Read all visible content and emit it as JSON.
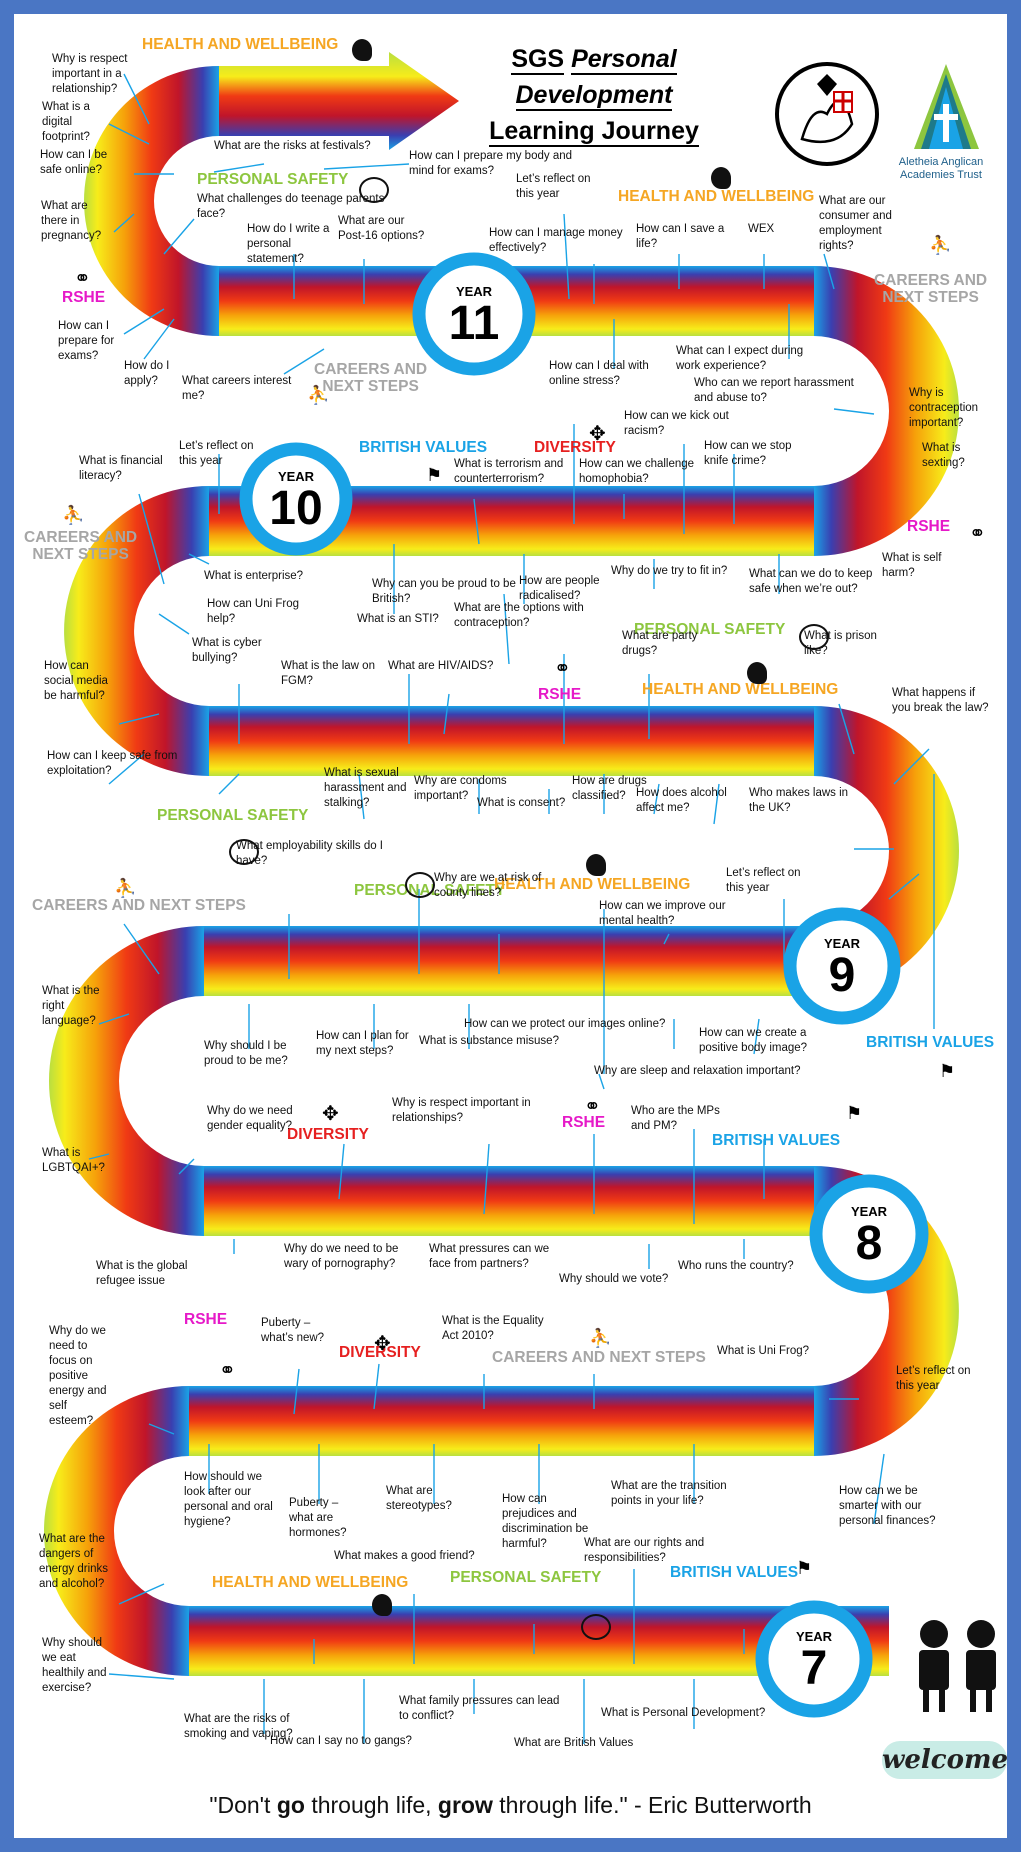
{
  "title": {
    "line1": "SGS",
    "line1b": "Personal",
    "line2": "Development",
    "line3": "Learning Journey"
  },
  "logo": {
    "trust_name_1": "Aletheia Anglican",
    "trust_name_2": "Academies Trust"
  },
  "years": {
    "y11": "11",
    "y10": "10",
    "y9": "9",
    "y8": "8",
    "y7": "7",
    "label": "YEAR"
  },
  "categories": {
    "hw": "HEALTH AND WELLBEING",
    "ps": "PERSONAL SAFETY",
    "cn": "CAREERS AND NEXT STEPS",
    "cn_a": "CAREERS AND",
    "cn_b": "NEXT STEPS",
    "bv": "BRITISH VALUES",
    "dv": "DIVERSITY",
    "rs": "RSHE"
  },
  "questions": {
    "q1": "Why is respect important in a relationship?",
    "q2": "What is a digital footprint?",
    "q3": "How can I be safe online?",
    "q4": "What are there in pregnancy?",
    "q5": "How can I prepare for exams?",
    "q6": "How do I apply?",
    "q7": "What are the risks at festivals?",
    "q8": "How can I prepare my body and mind for exams?",
    "q9": "What challenges do teenage parents face?",
    "q10": "How do I write a personal statement?",
    "q11": "What are our Post-16 options?",
    "q12": "Let’s reflect on this year",
    "q13": "How can I manage money effectively?",
    "q14": "How can I save a life?",
    "q15": "WEX",
    "q16": "What are our consumer and employment rights?",
    "q17": "What careers interest me?",
    "q18": "How can I deal with online stress?",
    "q19": "What can I expect during work experience?",
    "q20": "Who can we report harassment and abuse to?",
    "q21": "Why is contraception important?",
    "q22": "What is sexting?",
    "q23": "What is self harm?",
    "q24": "How can we kick out racism?",
    "q25": "How can we stop knife crime?",
    "q26": "How can we challenge homophobia?",
    "q27": "What is terrorism and counterterrorism?",
    "q28": "Let’s reflect on this year",
    "q29": "What is financial literacy?",
    "q30": "What is enterprise?",
    "q31": "How can Uni Frog help?",
    "q32": "Why can you be proud to be British?",
    "q33": "How are people radicalised?",
    "q34": "Why do we try to fit in?",
    "q35": "What can we do to keep safe when we’re out?",
    "q36": "What is an STI?",
    "q37": "What are the options with contraception?",
    "q38": "What are party drugs?",
    "q39": "What is prison like?",
    "q40": "What is cyber bullying?",
    "q41": "What is the law on FGM?",
    "q42": "What are HIV/AIDS?",
    "q43": "How can social media be harmful?",
    "q44": "How can I keep safe from exploitation?",
    "q45": "What happens if you break the law?",
    "q46": "What is sexual harassment and stalking?",
    "q47": "Why are condoms important?",
    "q48": "What is consent?",
    "q49": "How are drugs classified?",
    "q50": "How does alcohol affect me?",
    "q51": "Who makes laws in the UK?",
    "q52": "What employability skills do I have?",
    "q53": "Why are we at risk of county lines?",
    "q54": "How can we improve our mental health?",
    "q55": "Let’s reflect on this year",
    "q56": "What is the right language?",
    "q57": "Why should I be proud to be me?",
    "q58": "How can I plan for my next steps?",
    "q59": "What is substance misuse?",
    "q60": "How can we protect our images online?",
    "q61": "How can we create a positive body image?",
    "q62": "Why are sleep and relaxation important?",
    "q63": "Why do we need gender equality?",
    "q64": "Why is respect important in relationships?",
    "q65": "Who are the MPs and PM?",
    "q66": "What is LGBTQAI+?",
    "q67": "What is the global refugee issue",
    "q68": "Why do we need to be wary of pornography?",
    "q69": "What pressures can we face from partners?",
    "q70": "Why should we vote?",
    "q71": "Who runs the country?",
    "q72": "Why do we need to focus on positive energy and self esteem?",
    "q73": "Puberty – what’s new?",
    "q74": "What is the Equality Act 2010?",
    "q75": "What is Uni Frog?",
    "q76": "Let’s reflect on this year",
    "q77": "How should we look after our personal and oral hygiene?",
    "q78": "Puberty – what are hormones?",
    "q79": "What are stereotypes?",
    "q80": "How can prejudices and discrimination be harmful?",
    "q81": "What are the transition points in your life?",
    "q82": "How can we be smarter with our personal finances?",
    "q83": "What are the dangers of energy drinks and alcohol?",
    "q84": "What makes a good friend?",
    "q85": "What are our rights and responsibilities?",
    "q86": "Why should we eat healthily and exercise?",
    "q87": "What are the risks of smoking and vaping?",
    "q88": "How can I say no to gangs?",
    "q89": "What family pressures can lead to conflict?",
    "q90": "What are British Values",
    "q91": "What is Personal Development?"
  },
  "welcome": "welcome",
  "quote": {
    "p1": "\"Don't ",
    "b1": "go",
    "p2": " through life, ",
    "b2": "grow",
    "p3": " through life.\" - Eric Butterworth"
  },
  "colors": {
    "frame": "#4a76c4",
    "road_blue": "#1aa3e6",
    "hw": "#f5a623",
    "ps": "#8dc63f",
    "cn": "#a6a6a6",
    "bv": "#1aa3e6",
    "dv": "#e62020",
    "rs": "#e619c8"
  },
  "icons": [
    "head-gear-icon",
    "shield-hands-icon",
    "climber-icon",
    "flag-person-icon",
    "diversity-arrows-icon",
    "couple-icon",
    "school-children-icon",
    "school-crest-logo",
    "trust-logo"
  ]
}
